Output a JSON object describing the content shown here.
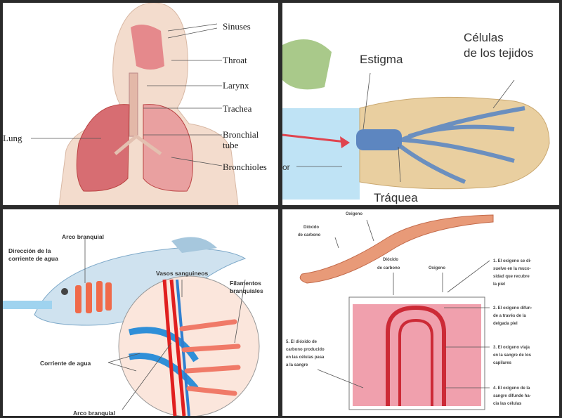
{
  "human": {
    "labels": [
      "Sinuses",
      "Throat",
      "Larynx",
      "Trachea",
      "Lung",
      "Bronchial",
      "tube",
      "Bronchioles"
    ]
  },
  "insect": {
    "labels": {
      "estigma": "Estigma",
      "celulas1": "Células",
      "celulas2": "de los tejidos",
      "traquea": "Tráquea",
      "cut": "or"
    }
  },
  "fish": {
    "labels": {
      "arco_top": "Arco branquial",
      "direccion1": "Dirección de la",
      "direccion2": "corriente de agua",
      "vasos": "Vasos sanguineos",
      "filamentos1": "Filamentos",
      "filamentos2": "branquiales",
      "corriente": "Corriente de agua",
      "arco_bottom": "Arco branquial"
    }
  },
  "worm": {
    "labels": {
      "oxigeno_top": "Oxigeno",
      "dioxido_top1": "Dióxido",
      "dioxido_top2": "de carbono",
      "dioxido_mid1": "Dióxido",
      "dioxido_mid2": "de carbono",
      "oxigeno_mid": "Oxigeno"
    },
    "steps": [
      [
        "1. El oxigeno se di-",
        "suelve en la muco-",
        "sidad que recubre",
        "la piel"
      ],
      [
        "2. El oxigeno difun-",
        "de a través de la",
        "delgada piel"
      ],
      [
        "3. El oxigeno viaja",
        "en la sangre de los",
        "capilares"
      ],
      [
        "4. El oxigeno de la",
        "sangre difunde ha-",
        "cia las células"
      ],
      [
        "5. El dióxido de",
        "carbono producido",
        "en las células pasa",
        "a la sangre"
      ]
    ]
  }
}
